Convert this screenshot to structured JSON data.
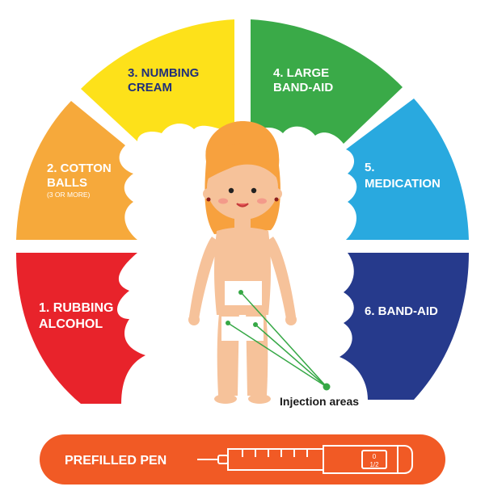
{
  "segments": [
    {
      "id": "rubbing-alcohol",
      "lines": [
        "1. RUBBING",
        "ALCOHOL"
      ],
      "color": "#e8232b"
    },
    {
      "id": "cotton-balls",
      "lines": [
        "2. COTTON",
        "BALLS"
      ],
      "note": "(3 OR MORE)",
      "color": "#f6a93b"
    },
    {
      "id": "numbing-cream",
      "lines": [
        "3. NUMBING",
        "CREAM"
      ],
      "color": "#fde11a"
    },
    {
      "id": "large-band-aid",
      "lines": [
        "4. LARGE",
        "BAND-AID"
      ],
      "color": "#3aaa48"
    },
    {
      "id": "medication",
      "lines": [
        "5.",
        "MEDICATION"
      ],
      "color": "#29a9df"
    },
    {
      "id": "band-aid",
      "lines": [
        "6. BAND-AID"
      ],
      "color": "#263a8c"
    }
  ],
  "injection_caption": "Injection areas",
  "pen": {
    "label": "PREFILLED PEN",
    "color": "#f15a25",
    "dial_top": "0",
    "dial_bottom": "1/2"
  },
  "colors": {
    "skin": "#f6c29a",
    "hair": "#f7a13e",
    "patch": "#ffffff",
    "line": "#36a846"
  }
}
